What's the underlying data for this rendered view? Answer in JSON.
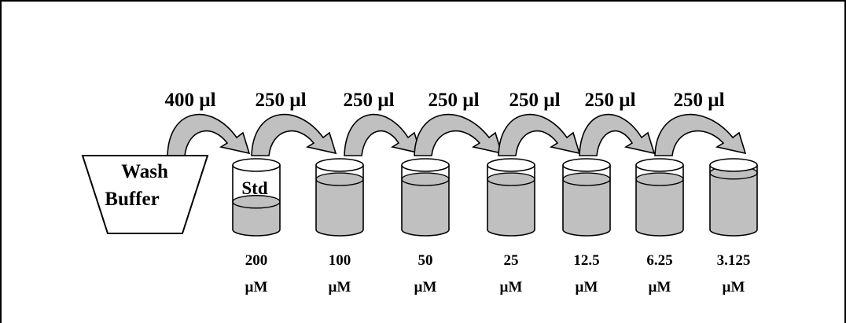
{
  "diagram": {
    "source": {
      "line1": "Wash",
      "line2": "Buffer"
    },
    "transfers": [
      "400 µl",
      "250 µl",
      "250 µl",
      "250 µl",
      "250 µl",
      "250 µl",
      "250 µl"
    ],
    "tubes": [
      {
        "label": "Std",
        "fill": 0.43,
        "concentration": {
          "value": "200",
          "unit": "µM"
        }
      },
      {
        "label": "",
        "fill": 0.78,
        "concentration": {
          "value": "100",
          "unit": "µM"
        }
      },
      {
        "label": "",
        "fill": 0.78,
        "concentration": {
          "value": "50",
          "unit": "µM"
        }
      },
      {
        "label": "",
        "fill": 0.78,
        "concentration": {
          "value": "25",
          "unit": "µM"
        }
      },
      {
        "label": "",
        "fill": 0.78,
        "concentration": {
          "value": "12.5",
          "unit": "µM"
        }
      },
      {
        "label": "",
        "fill": 0.78,
        "concentration": {
          "value": "6.25",
          "unit": "µM"
        }
      },
      {
        "label": "",
        "fill": 0.88,
        "concentration": {
          "value": "3.125",
          "unit": "µM"
        }
      }
    ],
    "colors": {
      "liquid": "#c0c0c0",
      "arrow": "#c0c0c0",
      "outline": "#000000",
      "background": "#ffffff"
    }
  }
}
